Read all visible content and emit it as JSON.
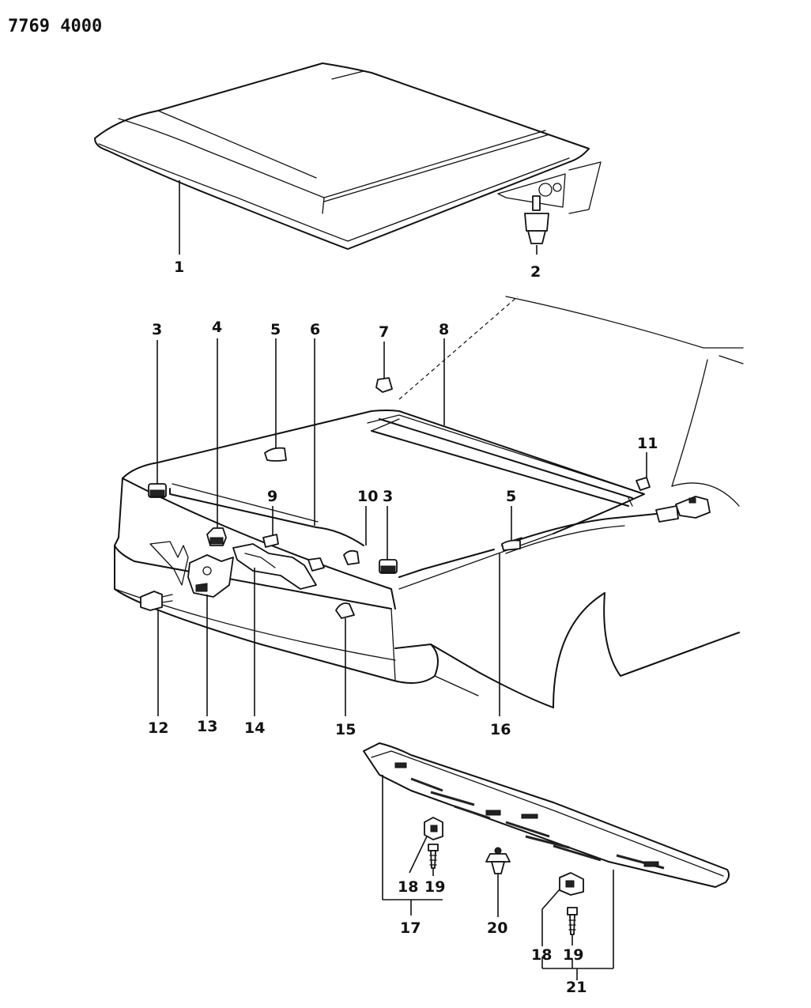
{
  "document_number": "7769 4000",
  "callouts": [
    {
      "id": "c1",
      "label": "1"
    },
    {
      "id": "c2",
      "label": "2"
    },
    {
      "id": "c3a",
      "label": "3"
    },
    {
      "id": "c4",
      "label": "4"
    },
    {
      "id": "c5a",
      "label": "5"
    },
    {
      "id": "c6",
      "label": "6"
    },
    {
      "id": "c7",
      "label": "7"
    },
    {
      "id": "c8",
      "label": "8"
    },
    {
      "id": "c9",
      "label": "9"
    },
    {
      "id": "c10",
      "label": "10"
    },
    {
      "id": "c3b",
      "label": "3"
    },
    {
      "id": "c5b",
      "label": "5"
    },
    {
      "id": "c11",
      "label": "11"
    },
    {
      "id": "c12",
      "label": "12"
    },
    {
      "id": "c13",
      "label": "13"
    },
    {
      "id": "c14",
      "label": "14"
    },
    {
      "id": "c15",
      "label": "15"
    },
    {
      "id": "c16",
      "label": "16"
    },
    {
      "id": "c18a",
      "label": "18"
    },
    {
      "id": "c19a",
      "label": "19"
    },
    {
      "id": "c17",
      "label": "17"
    },
    {
      "id": "c20",
      "label": "20"
    },
    {
      "id": "c18b",
      "label": "18"
    },
    {
      "id": "c19b",
      "label": "19"
    },
    {
      "id": "c21",
      "label": "21"
    }
  ]
}
